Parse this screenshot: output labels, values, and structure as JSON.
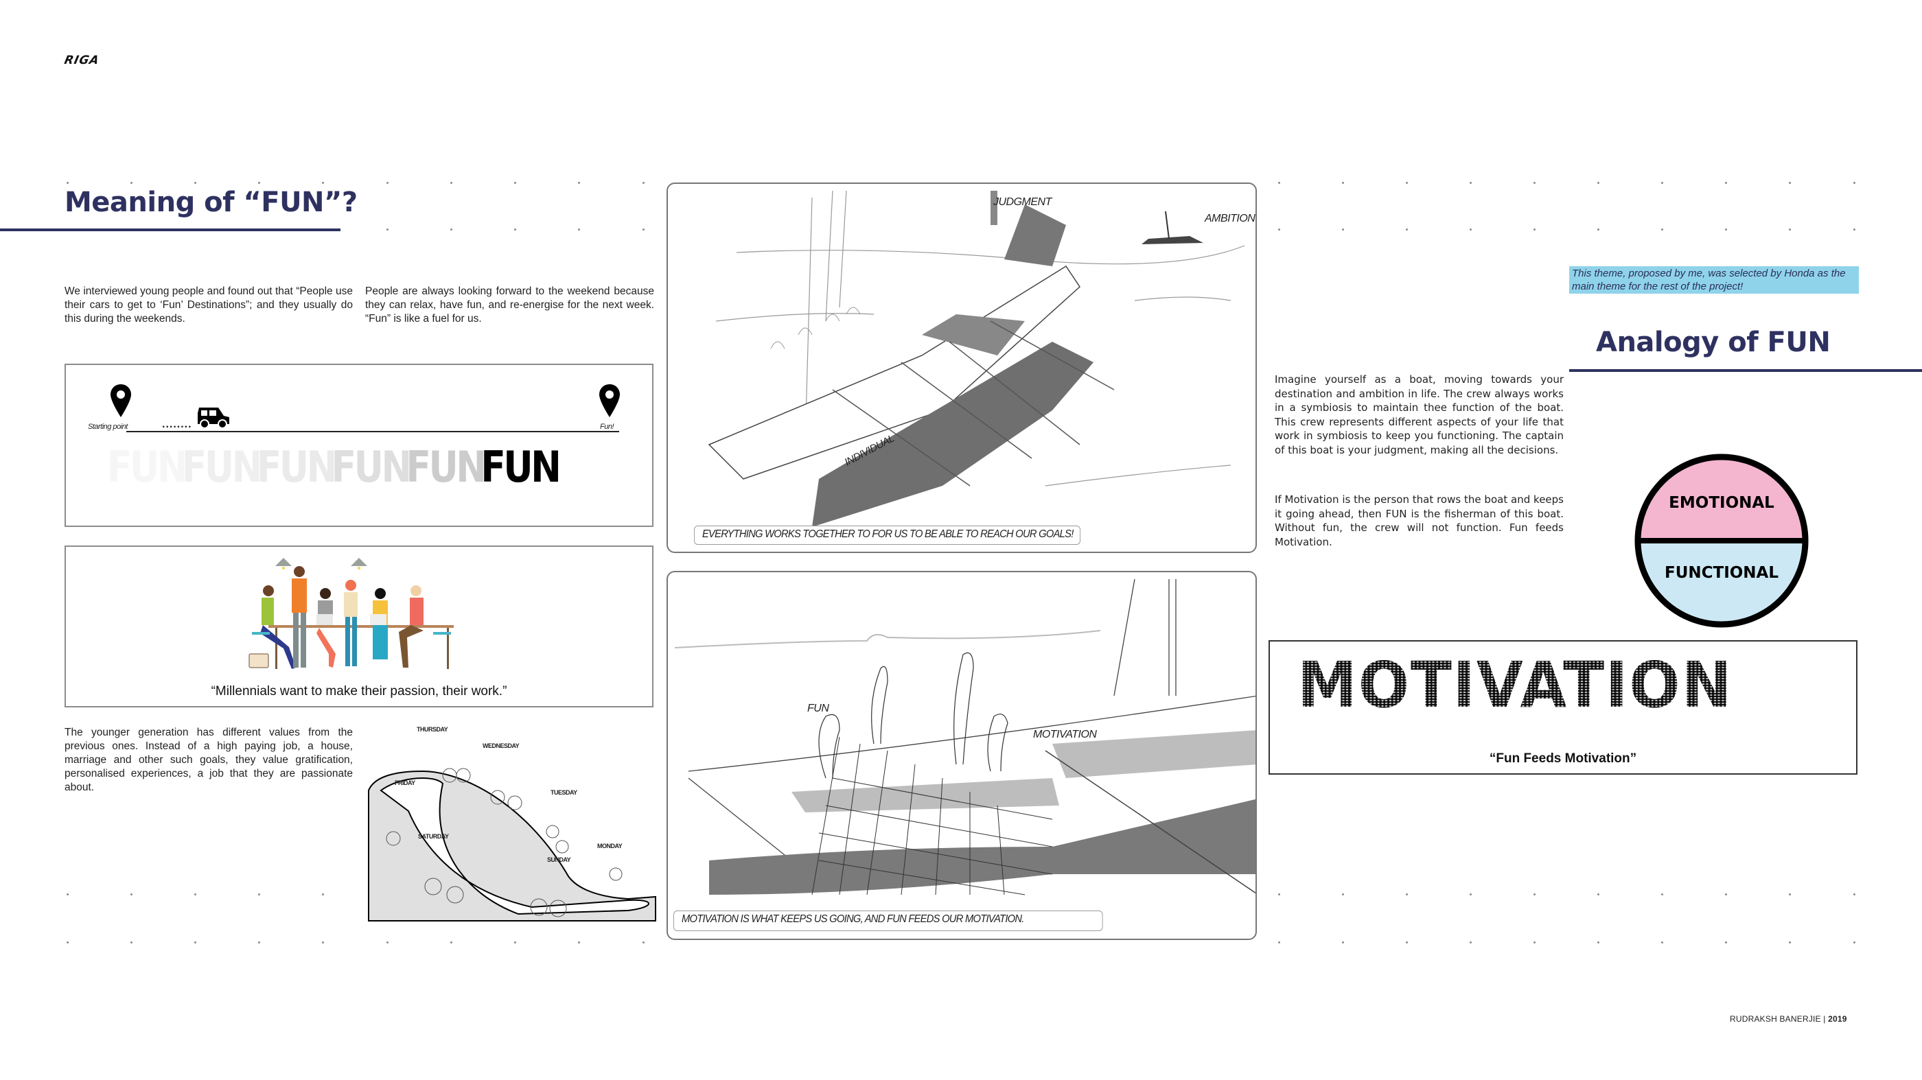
{
  "header": {
    "logo": "RIGA"
  },
  "left": {
    "title": "Meaning of “FUN”?",
    "para1": "We interviewed young people and found out that “People use their cars to get to ‘Fun’ Destinations”; and they usually do this during the weekends.",
    "para2": "People are always looking forward to the weekend because they can relax, have fun, and re-energise for the next week. “Fun” is like a fuel for us.",
    "journey": {
      "start_label": "Starting point",
      "end_label": "Fun!",
      "dots": "........",
      "fun_words": [
        "FUN",
        "FUN",
        "FUN",
        "FUN",
        "FUN",
        "FUN"
      ],
      "fun_colors": [
        "#f6f6f6",
        "#f0f0f0",
        "#ececec",
        "#e2e2e2",
        "#cfcfcf",
        "#000000"
      ]
    },
    "millennials_quote": "“Millennials want to make their passion, their work.”",
    "para3": "The younger generation has different values from the previous ones. Instead of a high paying job, a house, marriage and other such goals, they value gratification, personalised experiences, a job that they are passionate about.",
    "week_labels": [
      "THURSDAY",
      "WEDNESDAY",
      "FRIDAY",
      "TUESDAY",
      "SATURDAY",
      "MONDAY",
      "SUNDAY"
    ]
  },
  "center": {
    "panel1": {
      "labels": {
        "judgment": "JUDGMENT",
        "ambition": "AMBITION",
        "individual": "INDIVIDUAL"
      },
      "caption": "EVERYTHING WORKS TOGETHER TO FOR US TO BE ABLE TO REACH OUR GOALS!"
    },
    "panel2": {
      "labels": {
        "fun": "FUN",
        "motivation": "MOTIVATION"
      },
      "caption": "MOTIVATION IS WHAT KEEPS US GOING, AND FUN FEEDS OUR MOTIVATION."
    }
  },
  "right": {
    "note": "This theme, proposed by me, was selected by Honda as the main theme for the rest of the project!",
    "title": "Analogy of FUN",
    "para1": "Imagine yourself as a boat, moving towards your destination and ambition in life. The crew always works in a symbiosis to maintain thee function of the boat. This crew represents different aspects of your life that work in symbiosis to keep you functioning. The captain of this boat is your judgment, making all the decisions.",
    "para2": "If Motivation is the person that rows the boat and keeps it going ahead, then FUN is the fisherman of this boat. Without fun, the crew will not function. Fun feeds Motivation.",
    "circle": {
      "top_label": "EMOTIONAL",
      "bottom_label": "FUNCTIONAL",
      "top_color": "#f4b6cf",
      "bottom_color": "#cce8f4"
    },
    "motivation": {
      "word": "MOTIVATION",
      "quote": "“Fun Feeds Motivation”"
    }
  },
  "footer": {
    "author": "RUDRAKSH BANERJIE",
    "separator": " | ",
    "year": "2019"
  },
  "colors": {
    "navy": "#2e3160",
    "highlight": "#8fd3ea"
  }
}
